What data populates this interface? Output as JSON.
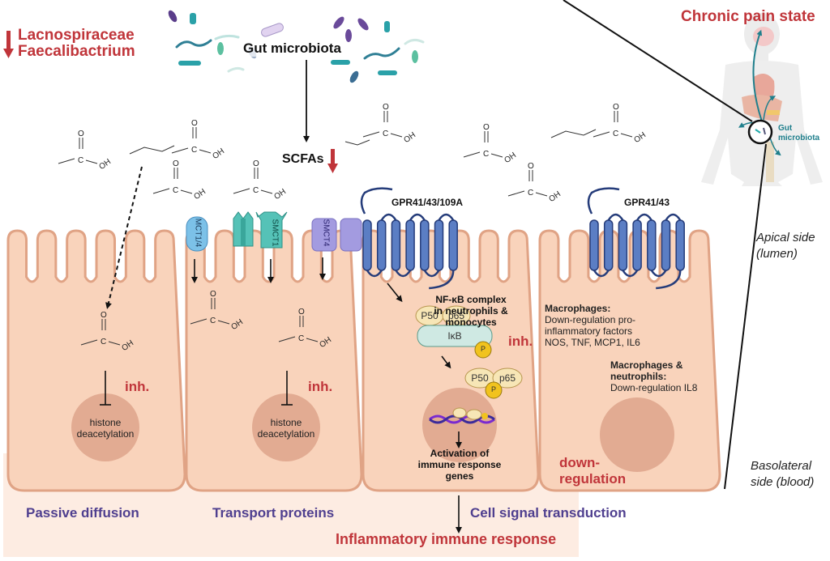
{
  "microbes": {
    "title": "Gut microbiota",
    "decrease_taxa": [
      "Lacnospiraceae",
      "Faecalibactrium"
    ]
  },
  "scfa": {
    "label": "SCFAs"
  },
  "chemistry": {
    "carbonyl_O": "O",
    "carbon": "C",
    "hydroxyl": "OH"
  },
  "body_inset": {
    "title": "Chronic pain state",
    "gut_label_line1": "Gut",
    "gut_label_line2": "microbiota"
  },
  "sides": {
    "apical_line1": "Apical side",
    "apical_line2": "(lumen)",
    "basolateral_line1": "Basolateral",
    "basolateral_line2": "side (blood)"
  },
  "transporters": [
    "MCT1/4",
    "SMCT1",
    "SMCT4"
  ],
  "receptors": [
    "GPR41/43/109A",
    "GPR41/43"
  ],
  "cell1": {
    "inh_label": "inh.",
    "nucleus_line1": "histone",
    "nucleus_line2": "deacetylation",
    "caption": "Passive diffusion"
  },
  "cell2": {
    "inh_label": "inh.",
    "nucleus_line1": "histone",
    "nucleus_line2": "deacetylation",
    "caption": "Transport proteins"
  },
  "cell3": {
    "complex_line1": "NF-κB complex",
    "complex_line2": "in neutrophils &",
    "complex_line3": "monocytes",
    "p50": "P50",
    "p65": "p65",
    "ikb": "IκB",
    "phospho": "P",
    "inh_label": "inh.",
    "nucleus_line1": "Activation of",
    "nucleus_line2": "immune response",
    "nucleus_line3": "genes",
    "caption": "Cell signal transduction"
  },
  "cell4": {
    "macro_title": "Macrophages:",
    "macro_line1": "Down-regulation pro-",
    "macro_line2": "inflammatory factors",
    "macro_line3": "NOS, TNF, MCP1, IL6",
    "mn_title1": "Macrophages &",
    "mn_title2": "neutrophils:",
    "mn_line": "Down-regulation IL8",
    "down_line1": "down-",
    "down_line2": "regulation"
  },
  "outcome": {
    "label": "Inflammatory immune response"
  },
  "colors": {
    "accent_red": "#c0353a",
    "caption_purple": "#4f3f8f",
    "cell_fill": "#f9d3bb",
    "cell_stroke": "#e0a385",
    "nucleus": "#e2ab92",
    "gpr_blue": "#5b7ec4",
    "gpr_dark": "#253c7a",
    "mct_blue": "#7cc1e8",
    "smct1_teal": "#55c2b7",
    "smct4_violet": "#a39be0",
    "teal_arrow": "#1f7f8c"
  }
}
